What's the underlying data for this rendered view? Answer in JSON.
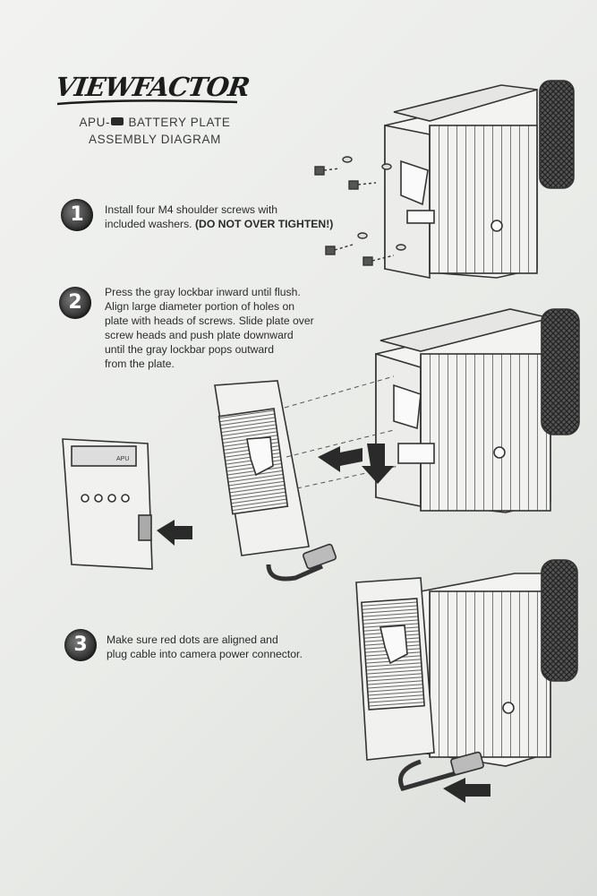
{
  "header": {
    "logo_text": "VIEWFACTOR",
    "title_prefix": "APU-",
    "title_suffix": "BATTERY PLATE",
    "subtitle": "ASSEMBLY DIAGRAM"
  },
  "steps": [
    {
      "number": "1",
      "line1": "Install four M4 shoulder screws with",
      "line2": "included washers.",
      "emphasis": "(DO NOT OVER TIGHTEN!)"
    },
    {
      "number": "2",
      "lines": [
        "Press the gray lockbar inward until flush.",
        "Align large diameter portion of holes on",
        "plate with heads of screws.  Slide plate over",
        "screw heads and push plate downward",
        "until the gray lockbar pops outward",
        "from the plate."
      ]
    },
    {
      "number": "3",
      "lines": [
        "Make sure red dots are aligned and",
        "plug cable into camera power connector."
      ]
    }
  ],
  "diagram_labels": {
    "plate_mark": "APU"
  },
  "colors": {
    "paper": "#eceeeb",
    "ink": "#262626",
    "line": "#3a3a3a"
  }
}
